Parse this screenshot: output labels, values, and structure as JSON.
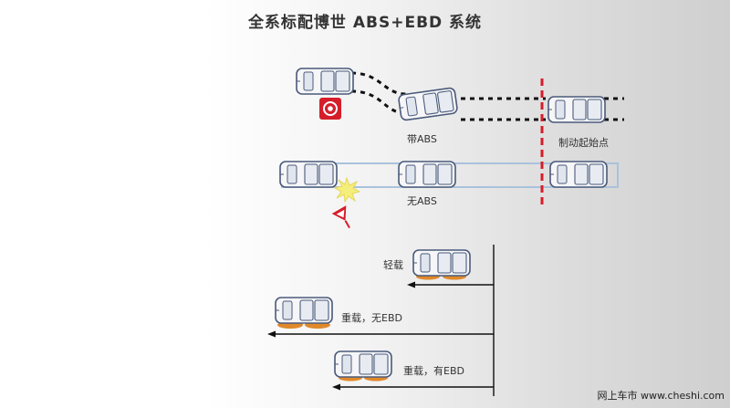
{
  "title": "全系标配博世 ABS+EBD 系统",
  "labels": {
    "with_abs": "带ABS",
    "without_abs": "无ABS",
    "braking_start": "制动起始点",
    "light_load": "轻载",
    "heavy_no_ebd": "重载，无EBD",
    "heavy_with_ebd": "重载，有EBD"
  },
  "watermark": "网上车市 www.cheshi.com",
  "icons": {
    "abs_icon": "abs-warning-icon",
    "crash_icon": "collision-burst-icon",
    "warning_sign_icon": "warning-triangle-icon"
  },
  "colors": {
    "brake_line": "#d51e2a",
    "car_outline": "#4a5a7a",
    "car_body": "#f6f6f8",
    "track_line": "#a9c2dc",
    "tire_orange": "#e0892b",
    "burst_yellow": "#f6ee7a",
    "arrow_black": "#111111"
  }
}
